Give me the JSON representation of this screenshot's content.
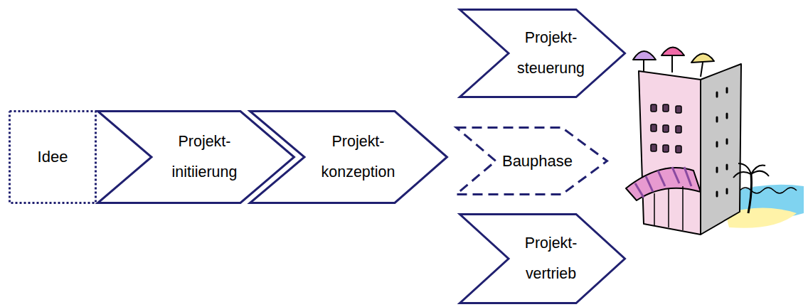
{
  "diagram": {
    "nodes": [
      {
        "text": [
          "Idee"
        ]
      },
      {
        "text": [
          "Projekt- initiierung"
        ]
      },
      {
        "text": [
          "Projekt- konzeption"
        ]
      },
      {
        "text": [
          "Projekt- steuerung"
        ]
      },
      {
        "text": [
          "Bauphase"
        ]
      },
      {
        "text": [
          "Projekt- vertrieb"
        ]
      }
    ]
  }
}
